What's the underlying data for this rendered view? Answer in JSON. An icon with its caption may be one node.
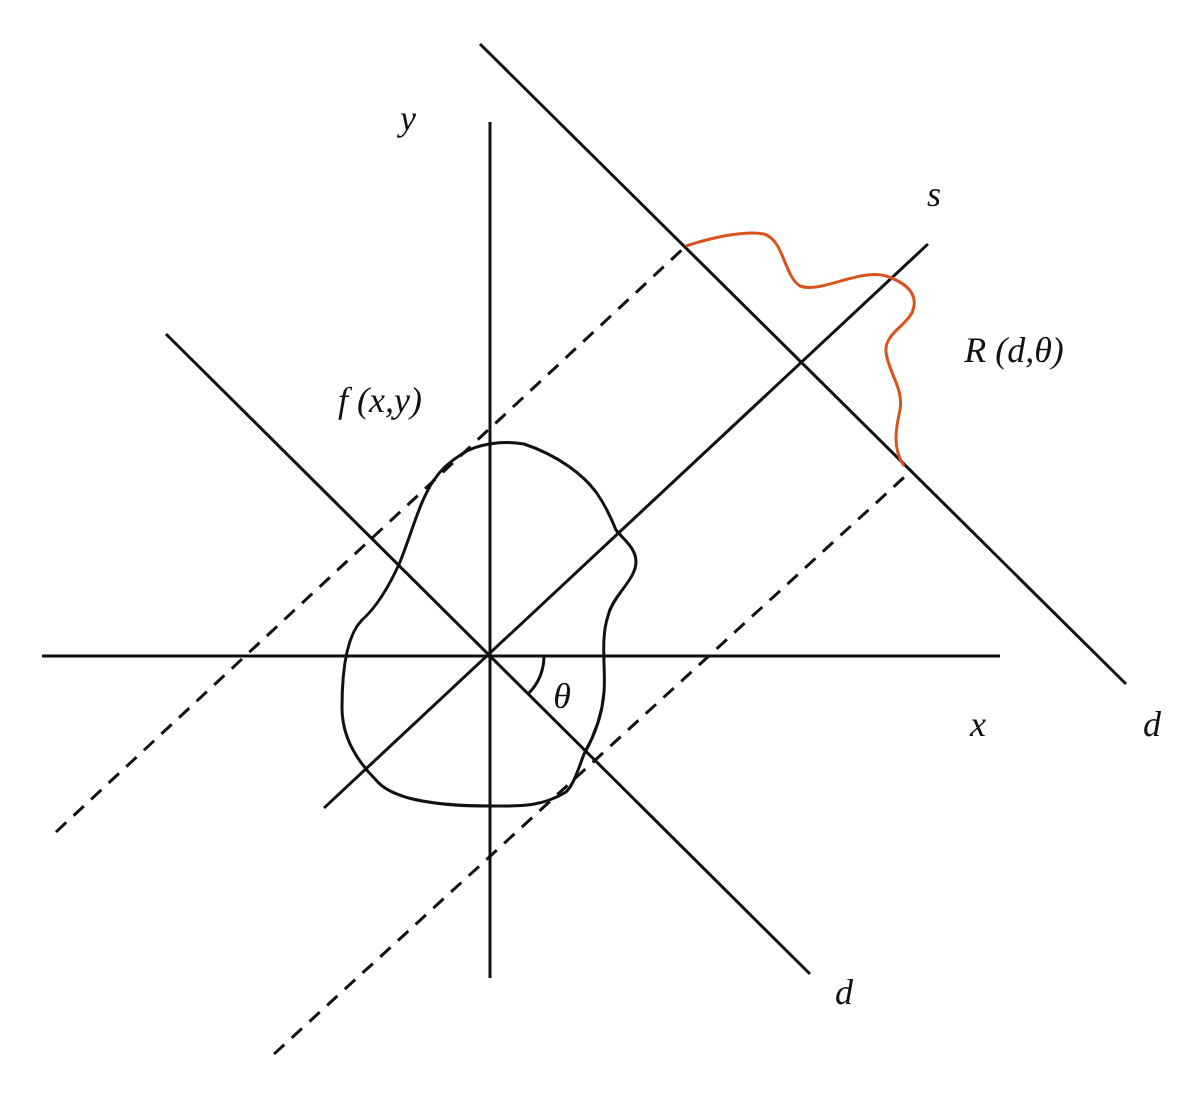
{
  "diagram": {
    "labels": [
      "y",
      "s",
      "f (x,y)",
      "R (d,θ)",
      "θ",
      "x",
      "d",
      "d"
    ]
  }
}
